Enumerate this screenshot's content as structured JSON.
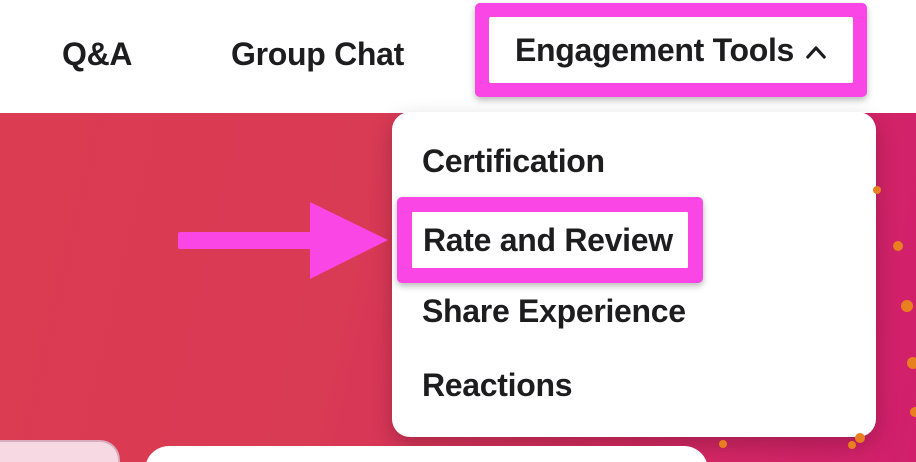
{
  "header": {
    "nav_items": [
      {
        "label": "Q&A"
      },
      {
        "label": "Group Chat"
      },
      {
        "label": "Engagement Tools",
        "expanded": true
      }
    ]
  },
  "dropdown": {
    "items": [
      {
        "label": "Certification"
      },
      {
        "label": "Rate and Review",
        "highlighted": true
      },
      {
        "label": "Share Experience"
      },
      {
        "label": "Reactions"
      }
    ]
  },
  "annotations": {
    "highlighted_nav_item": "Engagement Tools",
    "highlighted_menu_item": "Rate and Review",
    "arrow_points_to": "Rate and Review"
  },
  "colors": {
    "annotation_magenta": "#F946E4",
    "background_red_left": "#DC3C52",
    "background_pink_right": "#D11F6C",
    "dot_orange": "#E8801F",
    "text": "#1D1D1F",
    "panel_light_pink": "#F7D9E3",
    "surface_white": "#FFFFFF"
  }
}
